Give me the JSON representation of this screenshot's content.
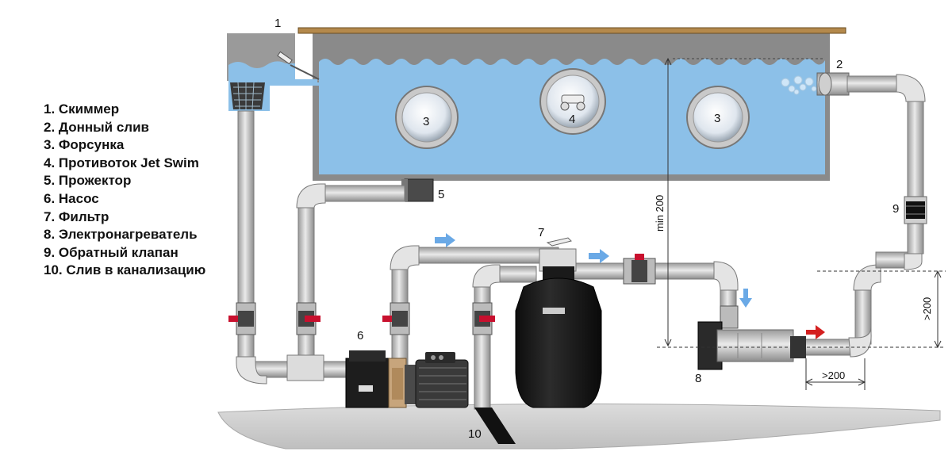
{
  "legend": [
    "1. Скиммер",
    "2. Донный слив",
    "3. Форсунка",
    "4. Противоток Jet Swim",
    "5. Прожектор",
    "6. Насос",
    "7. Фильтр",
    "8. Электронагреватель",
    "9. Обратный клапан",
    "10. Слив в канализацию"
  ],
  "callouts": {
    "skimmer": "1",
    "bottom_drain": "2",
    "nozzle_left": "3",
    "nozzle_right": "3",
    "jet_swim": "4",
    "light": "5",
    "pump": "6",
    "filter": "7",
    "heater": "8",
    "check_valve": "9",
    "sewer": "10"
  },
  "dimensions": {
    "min_height": "min 200",
    "heater_rise": ">200",
    "heater_run": ">200"
  },
  "colors": {
    "water": "#8cc0e8",
    "pool_wall": "#8a8a8a",
    "pipe": "#d0d0d0",
    "valve_handle": "#c8102e",
    "flow_arrow_blue": "#6aa9e6",
    "flow_arrow_red": "#d42020",
    "ground": "#cfcfcf",
    "filter_body": "#1c1c1c"
  }
}
